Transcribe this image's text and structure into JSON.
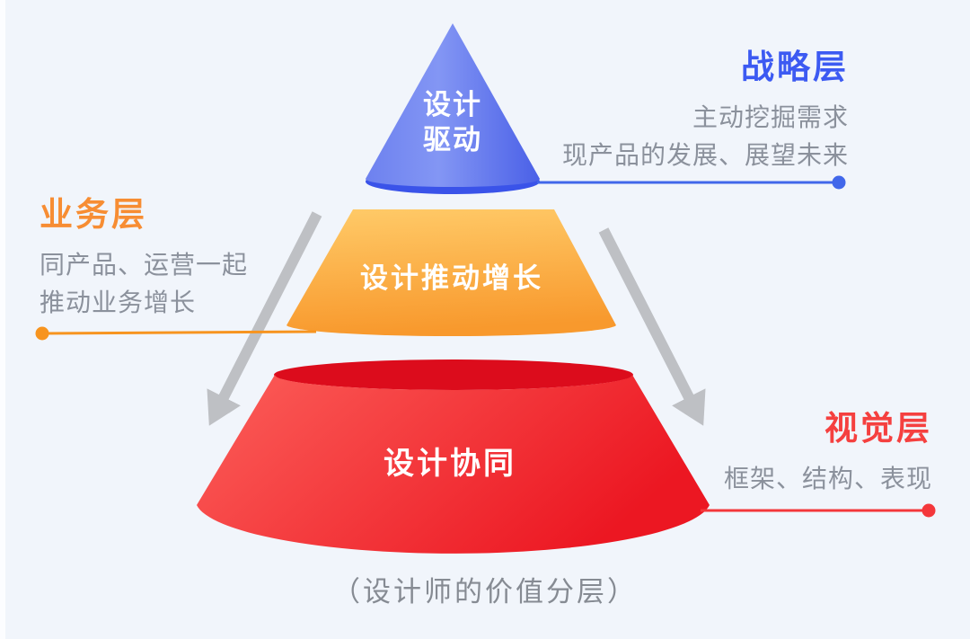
{
  "colors": {
    "background": "#F1F5FB",
    "cone_edge": "#6D81EF",
    "cone_light": "#8396F4",
    "cone_dark": "#4A60E7",
    "cone_underside": "#3A53E9",
    "mid_top": "#FFCB69",
    "mid_bottom": "#F8992D",
    "bowl_left": "#FC5F5A",
    "bowl_right": "#EC1722",
    "bowl_opening": "#DC0C1C",
    "line_blue": "#4167EA",
    "line_orange": "#F7941F",
    "line_red": "#F4373B",
    "arrow_gray": "#BEC0C4",
    "label_white": "#FFFFFF",
    "title_blue": "#3C5AF2",
    "title_orange": "#F78D33",
    "title_red": "#F5403F",
    "text_gray": "#8B919C",
    "caption_gray": "#868B93"
  },
  "pyramid": {
    "top_label": "设计\n驱动",
    "middle_label": "设计推动增长",
    "bottom_label": "设计协同"
  },
  "annotations": {
    "strategy": {
      "title": "战略层",
      "line1": "主动挖掘需求",
      "line2": "现产品的发展、展望未来"
    },
    "business": {
      "title": "业务层",
      "line1": "同产品、运营一起",
      "line2": "推动业务增长"
    },
    "visual": {
      "title": "视觉层",
      "line1": "框架、结构、表现"
    }
  },
  "caption": "（设计师的价值分层）"
}
